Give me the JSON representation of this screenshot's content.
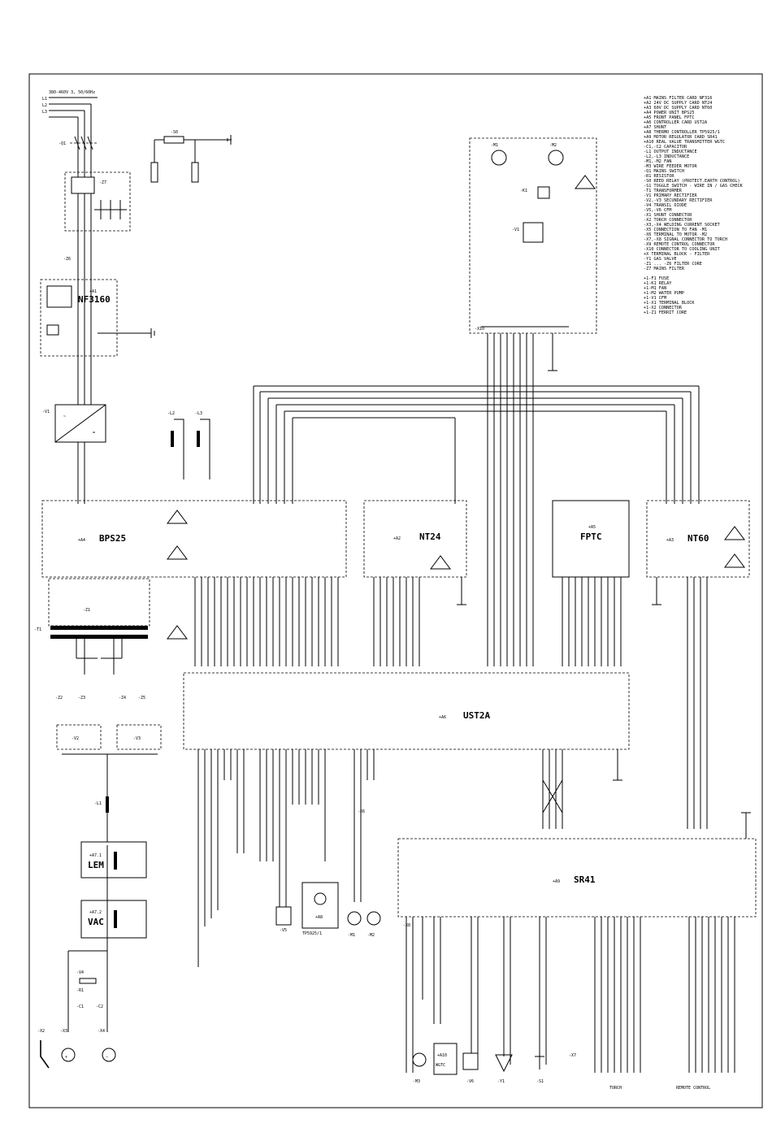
{
  "supply": {
    "label": "380-460V 3, 50/60Hz",
    "phases": [
      "L1",
      "L2",
      "L3"
    ]
  },
  "blocks": {
    "a1": {
      "ref": "+A1",
      "name": "NF3160"
    },
    "a4": {
      "ref": "+A4",
      "name": "BPS25"
    },
    "a2": {
      "ref": "+A2",
      "name": "NT24"
    },
    "a5": {
      "ref": "+A5",
      "name": "FPTC"
    },
    "a3": {
      "ref": "+A3",
      "name": "NT60"
    },
    "a6": {
      "ref": "+A6",
      "name": "UST2A"
    },
    "a9": {
      "ref": "+A9",
      "name": "SR41"
    },
    "lem": {
      "ref": "+A7.1",
      "name": "LEM"
    },
    "vac": {
      "ref": "+A7.2",
      "name": "VAC"
    },
    "a8": {
      "ref": "+A8",
      "name": "TP5925/1"
    },
    "a10": {
      "ref": "+A10",
      "name": "WGTC"
    }
  },
  "components": {
    "q1": "-Q1",
    "z7": "-Z7",
    "z6": "-Z6",
    "v1": "-V1",
    "l2": "-L2",
    "l3": "-L3",
    "z1": "-Z1",
    "t1": "-T1",
    "z2": "-Z2",
    "z3": "-Z3",
    "z4": "-Z4",
    "z5": "-Z5",
    "v2": "-V2",
    "v3": "-V3",
    "l1": "-L1",
    "v4": "-V4",
    "r1": "-R1",
    "c1": "-C1",
    "c2": "-C2",
    "s0": "-S0",
    "m1": "-M1",
    "m2": "-M2",
    "k1": "-K1",
    "v5": "-V5",
    "m1b": "-M1",
    "m2b": "-M2",
    "m3": "-M3",
    "v6": "-V6",
    "y1": "-Y1",
    "s1": "-S1",
    "x3": "-X3",
    "x4": "-X4",
    "x2": "-X2",
    "x10": "-X10",
    "x6": "-X6",
    "x7": "-X7",
    "x8": "-X8",
    "cooling": "-V1"
  },
  "bottom_labels": {
    "torch": "TORCH",
    "remote": "REMOTE CONTROL",
    "plus": "+",
    "minus": "−"
  },
  "legend": [
    "+A1   MAINS FILTER CARD NF316",
    "+A2   24V DC SUPPLY CARD NT24",
    "+A3   60V DC SUPPLY CARD NT60",
    "+A4   POWER UNIT BPS25",
    "+A5   FRONT PANEL FPTC",
    "+A6   CONTROLLER CARD UST2A",
    "+A7   SHUNT",
    "+A8   THERMO CONTROLLER TP5925/1",
    "+A9   MOTOR REGULATOR CARD SR41",
    "+A10  REAL VALUE TRANSMITTER WGTC",
    "-C1,-C2  CAPACITOR",
    "-L1   OUTPUT INDUCTANCE",
    "-L2,-L3  INDUCTANCE",
    "-M1,-M2  FAN",
    "-M3   WIRE FEEDER MOTOR",
    "-Q1   MAINS SWITCH",
    "-R1   RESISTOR",
    "-S0   REED RELAY (PROTECT.EARTH CONTROL)",
    "-S1   TOGGLE SWITCH - WIRE IN / GAS CHECK",
    "-T1   TRANSFORMER",
    "-V1   PRIMARY RECTIFIER",
    "-V2,-V3  SECUNDARY RECTIFIER",
    "-V4   TRANSIL DIODE",
    "-V5,-V6  CFM",
    "-X1   SHUNT CONNECTOR",
    "-X2   TORCH CONNECTOR",
    "-X3,-X4  WELDING CURRENT SOCKET",
    "-X5   CONNECTION TO FAN -M1",
    "-X6   TERMINAL TO MOTOR -M2",
    "-X7,-X8  SIGNAL CONNECTOR TO TORCH",
    "-X9   REMOTE CONTROL CONNECTOR",
    "-X10  CONNECTOR TO COOLING UNIT",
    "+X    TERMINAL BLOCK - FILTER",
    "-Y1   GAS VALVE",
    "-Z1 ... -Z6  FILTER CORE",
    "-Z7   MAINS FILTER"
  ],
  "legend2": [
    "+1-F1  FUSE",
    "+1-K1  RELAY",
    "+1-M1  FAN",
    "+1-M2  WATER PUMP",
    "+1-V1  CFM",
    "+1-X1  TERMINAL BLOCK",
    "+1-X2  CONNECTOR",
    "+1-Z1  FERRIT CORE"
  ]
}
